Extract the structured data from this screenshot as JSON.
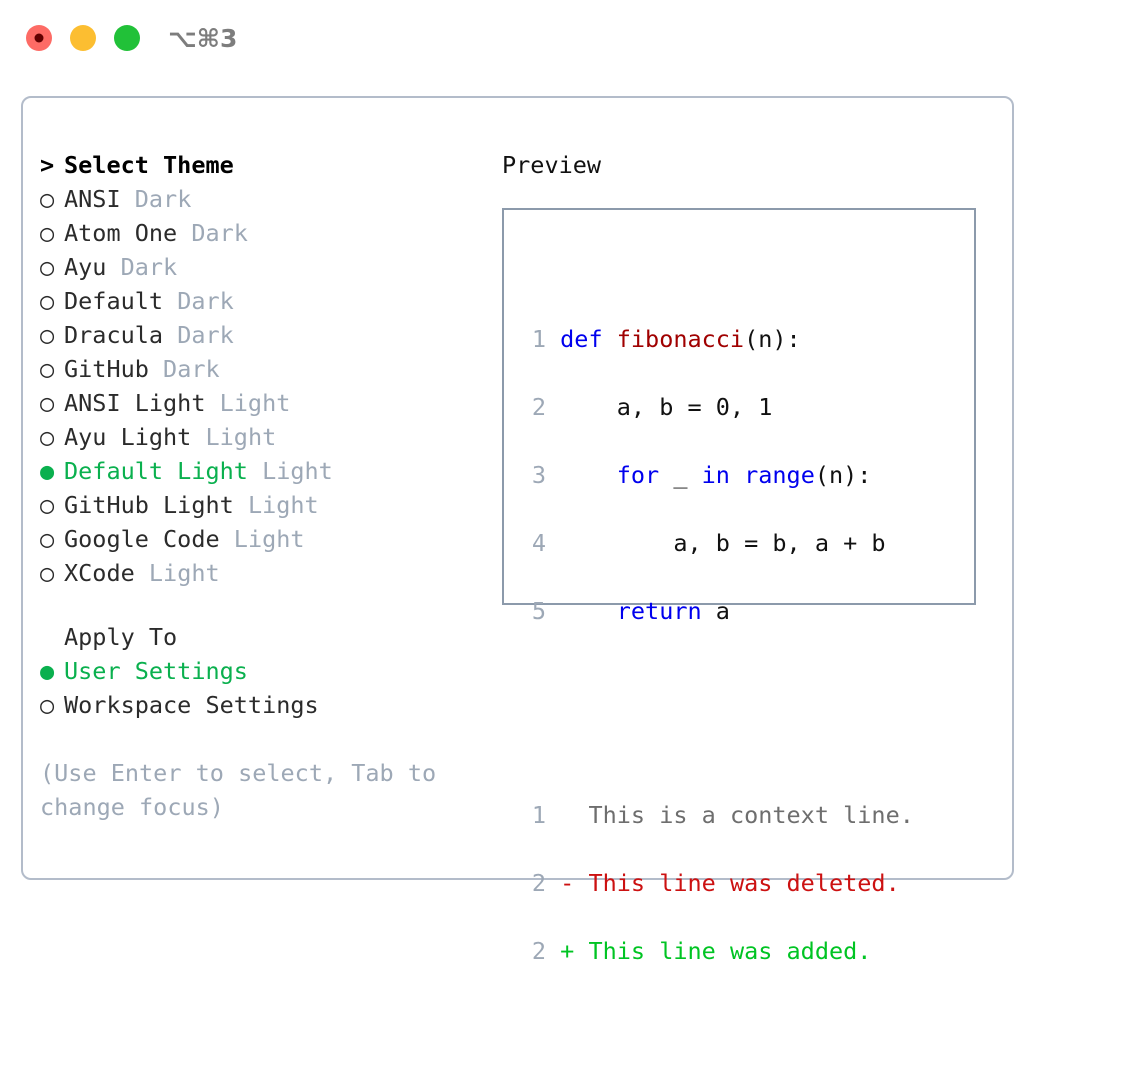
{
  "window": {
    "traffic_lights": [
      "close",
      "minimize",
      "maximize"
    ],
    "shortcut_label": "⌥⌘3"
  },
  "theme_picker": {
    "header": {
      "marker": ">",
      "label": "Select Theme"
    },
    "items": [
      {
        "marker": "○",
        "name": "ANSI",
        "badge": "Dark",
        "selected": false
      },
      {
        "marker": "○",
        "name": "Atom One",
        "badge": "Dark",
        "selected": false
      },
      {
        "marker": "○",
        "name": "Ayu",
        "badge": "Dark",
        "selected": false
      },
      {
        "marker": "○",
        "name": "Default",
        "badge": "Dark",
        "selected": false
      },
      {
        "marker": "○",
        "name": "Dracula",
        "badge": "Dark",
        "selected": false
      },
      {
        "marker": "○",
        "name": "GitHub",
        "badge": "Dark",
        "selected": false
      },
      {
        "marker": "○",
        "name": "ANSI Light",
        "badge": "Light",
        "selected": false
      },
      {
        "marker": "○",
        "name": "Ayu Light",
        "badge": "Light",
        "selected": false
      },
      {
        "marker": "●",
        "name": "Default Light",
        "badge": "Light",
        "selected": true
      },
      {
        "marker": "○",
        "name": "GitHub Light",
        "badge": "Light",
        "selected": false
      },
      {
        "marker": "○",
        "name": "Google Code",
        "badge": "Light",
        "selected": false
      },
      {
        "marker": "○",
        "name": "XCode",
        "badge": "Light",
        "selected": false
      }
    ]
  },
  "apply_to": {
    "title": "Apply To",
    "options": [
      {
        "marker": "●",
        "label": "User Settings",
        "selected": true
      },
      {
        "marker": "○",
        "label": "Workspace Settings",
        "selected": false
      }
    ]
  },
  "hint": "(Use Enter to select, Tab to change focus)",
  "preview": {
    "label": "Preview",
    "code_lines": [
      {
        "number": "1",
        "tokens": [
          {
            "text": "def ",
            "style": "kw"
          },
          {
            "text": "fibonacci",
            "style": "fn"
          },
          {
            "text": "(n):",
            "style": "pl"
          }
        ]
      },
      {
        "number": "2",
        "tokens": [
          {
            "text": "    a, b = 0, 1",
            "style": "pl"
          }
        ]
      },
      {
        "number": "3",
        "tokens": [
          {
            "text": "    ",
            "style": "pl"
          },
          {
            "text": "for",
            "style": "kw"
          },
          {
            "text": " _ ",
            "style": "pl"
          },
          {
            "text": "in range",
            "style": "kw"
          },
          {
            "text": "(n):",
            "style": "pl"
          }
        ]
      },
      {
        "number": "4",
        "tokens": [
          {
            "text": "        a, b = b, a + b",
            "style": "pl"
          }
        ]
      },
      {
        "number": "5",
        "tokens": [
          {
            "text": "    ",
            "style": "pl"
          },
          {
            "text": "return",
            "style": "kw"
          },
          {
            "text": " a",
            "style": "pl"
          }
        ]
      }
    ],
    "diff_lines": [
      {
        "number": "1",
        "sign": " ",
        "text": " This is a context line.",
        "style": "ctx"
      },
      {
        "number": "2",
        "sign": "-",
        "text": " This line was deleted.",
        "style": "del"
      },
      {
        "number": "2",
        "sign": "+",
        "text": " This line was added.",
        "style": "add"
      }
    ]
  },
  "colors": {
    "accent_green": "#0ab04e",
    "muted": "#9da8b6",
    "keyword": "#0000ee",
    "function": "#a00000",
    "diff_add": "#00c423",
    "diff_del": "#cc1111",
    "border": "#8c9aab",
    "panel_border": "#b3bcca"
  }
}
